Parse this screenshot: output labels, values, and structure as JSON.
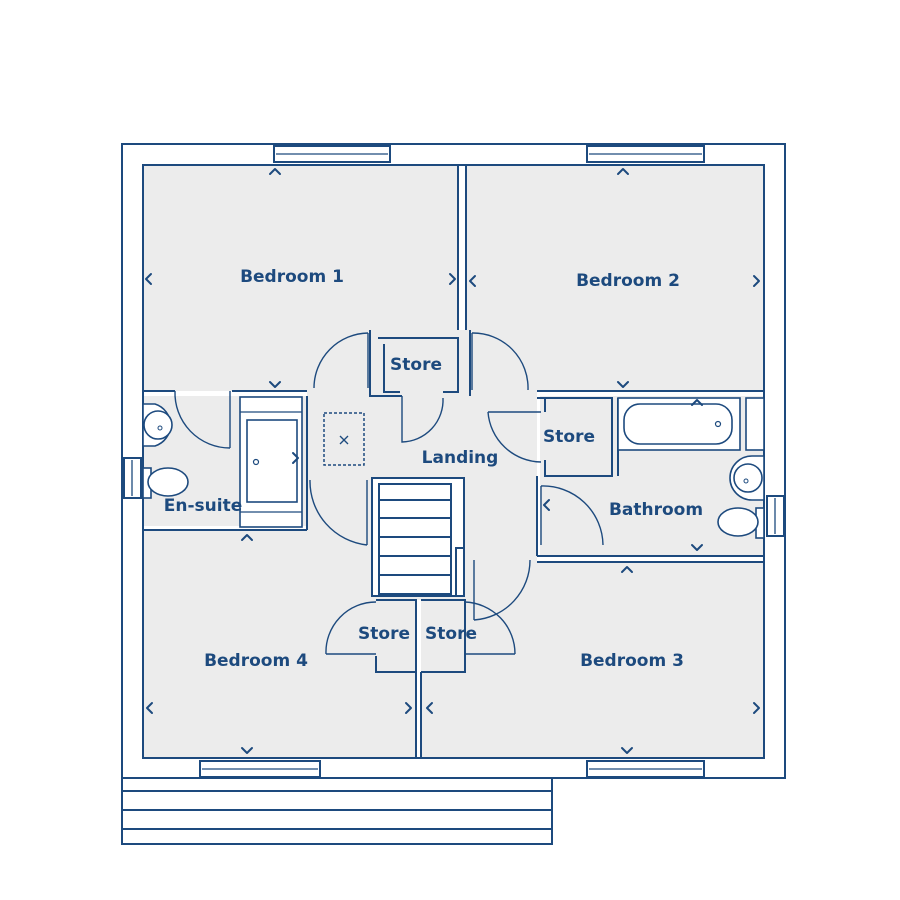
{
  "accent_color": "#1d4a7e",
  "floor_color": "#ececec",
  "rooms": {
    "bedroom_1": "Bedroom 1",
    "bedroom_2": "Bedroom 2",
    "bedroom_3": "Bedroom 3",
    "bedroom_4": "Bedroom 4",
    "en_suite": "En-suite",
    "bathroom": "Bathroom",
    "landing": "Landing",
    "store_top": "Store",
    "store_right": "Store",
    "store_bottom_left": "Store",
    "store_bottom_right": "Store"
  },
  "icons": [
    "window-icon",
    "door-swing-icon",
    "staircase-icon",
    "loft-hatch-icon",
    "toilet-icon",
    "basin-icon",
    "bathtub-icon",
    "shower-tray-icon",
    "dimension-arrow-icon"
  ]
}
